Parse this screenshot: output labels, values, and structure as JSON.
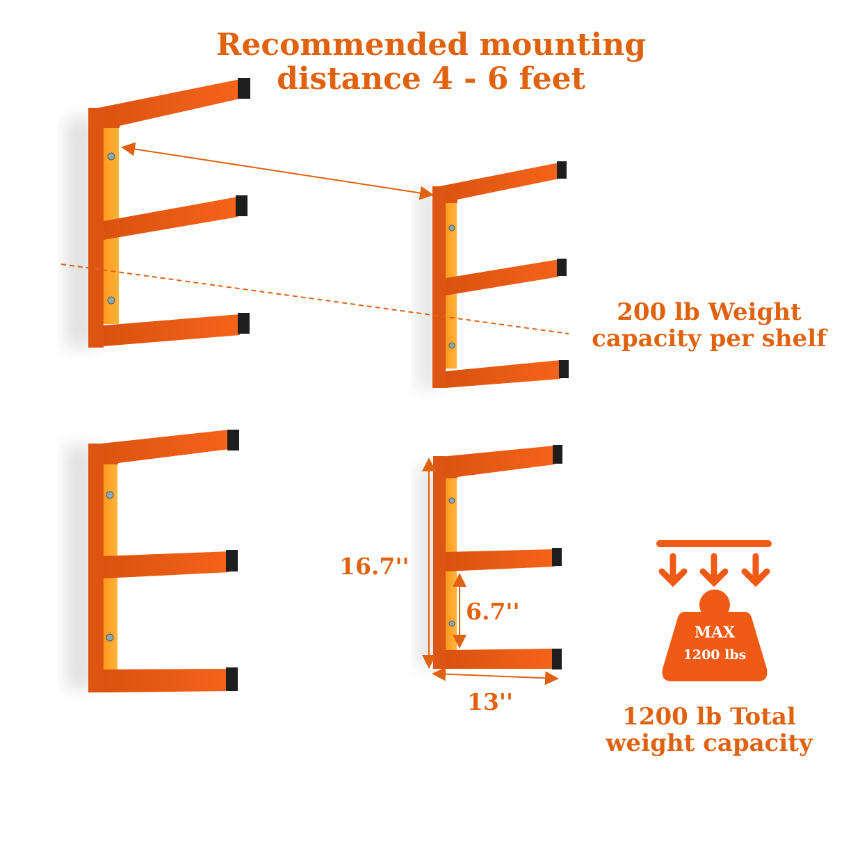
{
  "title": {
    "line1": "Recommended mounting",
    "line2": "distance 4 - 6 feet"
  },
  "callouts": {
    "per_shelf_line1": "200 lb Weight",
    "per_shelf_line2": "capacity per shelf",
    "total_line1": "1200 lb Total",
    "total_line2": "weight capacity"
  },
  "dimensions": {
    "height": "16.7''",
    "shelf_spacing": "6.7''",
    "depth": "13''"
  },
  "weight_icon": {
    "label": "MAX",
    "value": "1200 lbs"
  },
  "colors": {
    "accent": "#e0620f",
    "bracket": "#f05a14",
    "bracket_inner": "#ffa024",
    "cap": "#1e1e1e"
  }
}
